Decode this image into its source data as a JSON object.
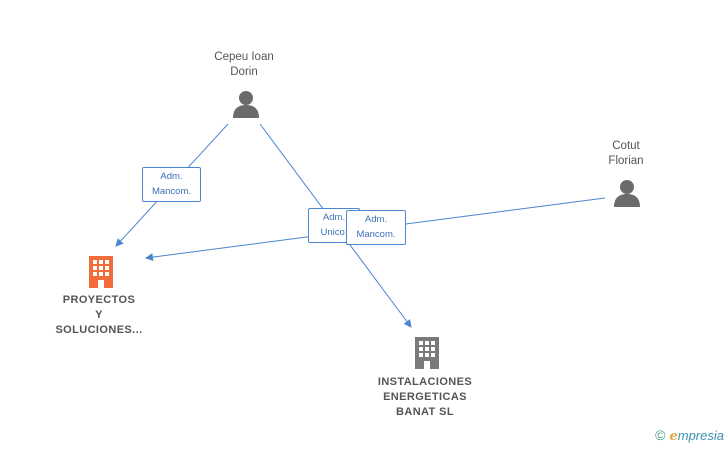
{
  "nodes": {
    "cepeu": {
      "line1": "Cepeu Ioan",
      "line2": "Dorin",
      "icon": "person-icon"
    },
    "cotut": {
      "line1": "Cotut",
      "line2": "Florian",
      "icon": "person-icon"
    },
    "proyectos": {
      "line1": "PROYECTOS",
      "line2": "Y",
      "line3": "SOLUCIONES...",
      "icon": "building-icon",
      "color": "#f26b3a"
    },
    "instalaciones": {
      "line1": "INSTALACIONES",
      "line2": "ENERGETICAS",
      "line3": "BANAT  SL",
      "icon": "building-icon",
      "color": "#7a7a7a"
    }
  },
  "edges": {
    "cepeu_proyectos": {
      "line1": "Adm.",
      "line2": "Mancom."
    },
    "cepeu_instalaciones": {
      "line1": "Adm.",
      "line2": "Unico."
    },
    "cotut_proyectos": {
      "line1": "Adm.",
      "line2": "Mancom."
    }
  },
  "colors": {
    "edge": "#4a86cf",
    "person": "#6b6b6b"
  },
  "footer": {
    "copyright": "©",
    "brand_e": "e",
    "brand_rest": "mpresia"
  }
}
